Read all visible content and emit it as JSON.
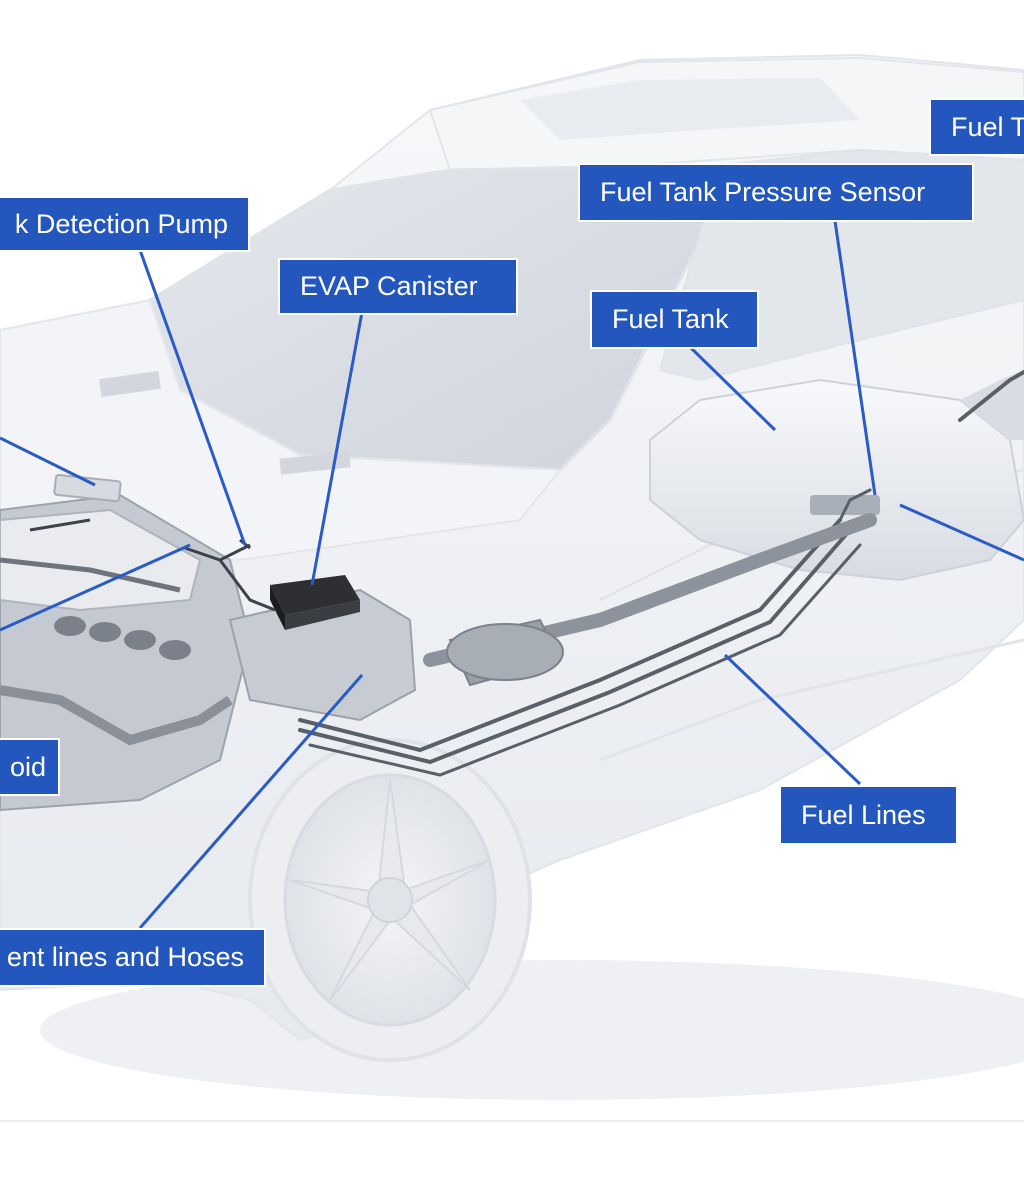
{
  "diagram": {
    "labels": {
      "leak_detection_pump": "k Detection Pump",
      "evap_canister": "EVAP Canister",
      "fuel_tank_pressure_sensor": "Fuel Tank Pressure Sensor",
      "fuel_tank_top_right": "Fuel T",
      "fuel_tank": "Fuel Tank",
      "solenoid": "oid",
      "vent_lines_and_hoses": "ent lines and Hoses",
      "fuel_lines": "Fuel Lines"
    },
    "colors": {
      "callout_bg": "#2457be",
      "leader_line": "#2a5bc7",
      "car_body": "#f1f3f6",
      "car_shadow": "#dfe3ea",
      "glass": "#d9dde3",
      "engine": "#b9bfc8",
      "fuel_tank": "#eceff2",
      "fuel_line": "#5a6068"
    },
    "icons": [
      "car-illustration",
      "engine-block",
      "evap-canister",
      "fuel-tank",
      "muffler",
      "fuel-lines",
      "front-wheel"
    ]
  }
}
